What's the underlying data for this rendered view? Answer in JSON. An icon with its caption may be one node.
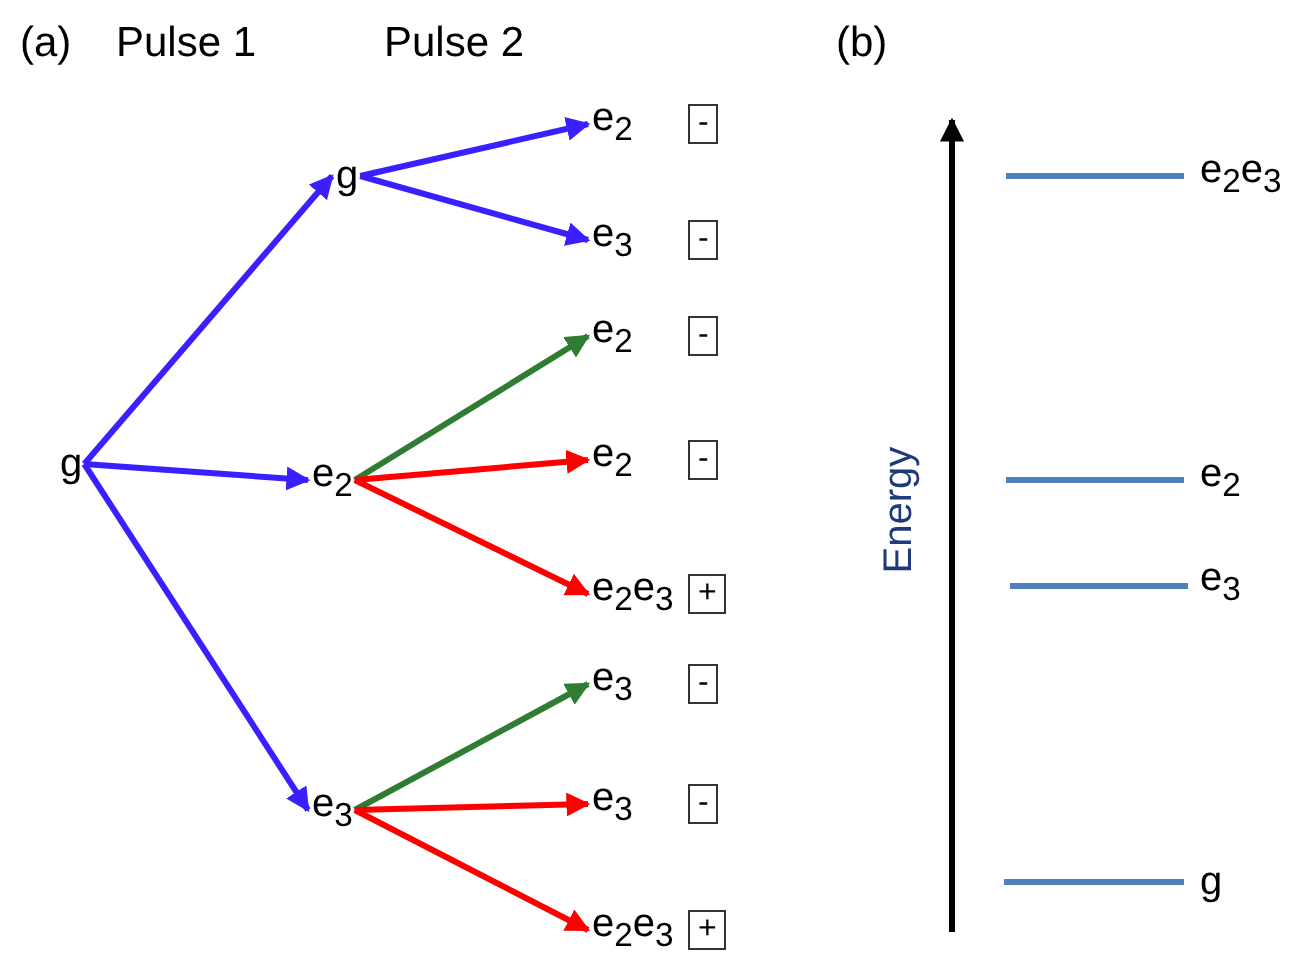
{
  "diagram": {
    "nodes": [
      {
        "text": [
          "g"
        ]
      },
      {
        "text": [
          "g"
        ]
      },
      {
        "text": [
          "e$_{2}$"
        ]
      },
      {
        "text": [
          "e$_{3}$"
        ]
      },
      {
        "text": [
          "e$_{2}$"
        ]
      },
      {
        "text": [
          "-"
        ]
      },
      {
        "text": [
          "e$_{3}$"
        ]
      },
      {
        "text": [
          "-"
        ]
      },
      {
        "text": [
          "e$_{2}$"
        ]
      },
      {
        "text": [
          "-"
        ]
      },
      {
        "text": [
          "e$_{2}$"
        ]
      },
      {
        "text": [
          "-"
        ]
      },
      {
        "text": [
          "e$_{2}$e$_{3}$"
        ]
      },
      {
        "text": [
          "+"
        ]
      },
      {
        "text": [
          "e$_{3}$"
        ]
      },
      {
        "text": [
          "-"
        ]
      },
      {
        "text": [
          "e$_{3}$"
        ]
      },
      {
        "text": [
          "-"
        ]
      },
      {
        "text": [
          "e$_{2}$e$_{3}$"
        ]
      },
      {
        "text": [
          "+"
        ]
      }
    ],
    "edges": [
      {
        "from": 0,
        "to": 1,
        "arrow": "to"
      },
      {
        "from": 0,
        "to": 2,
        "arrow": "to"
      },
      {
        "from": 0,
        "to": 3,
        "arrow": "to"
      },
      {
        "from": 1,
        "to": 4,
        "arrow": "to"
      },
      {
        "from": 1,
        "to": 6,
        "arrow": "to"
      },
      {
        "from": 2,
        "to": 8,
        "arrow": "to",
        "color": "#2e7d32"
      },
      {
        "from": 2,
        "to": 10,
        "arrow": "to",
        "color": "#ff0000"
      },
      {
        "from": 2,
        "to": 12,
        "arrow": "to",
        "color": "#ff0000"
      },
      {
        "from": 3,
        "to": 14,
        "arrow": "to",
        "color": "#2e7d32"
      },
      {
        "from": 3,
        "to": 16,
        "arrow": "to",
        "color": "#ff0000"
      },
      {
        "from": 3,
        "to": 18,
        "arrow": "to",
        "color": "#ff0000"
      }
    ],
    "labels": [
      "(a)",
      "Pulse 1",
      "Pulse 2",
      "(b)",
      "Energy",
      "e$_{2}$e$_{3}$",
      "e$_{2}$",
      "e$_{3}$",
      "g"
    ]
  }
}
